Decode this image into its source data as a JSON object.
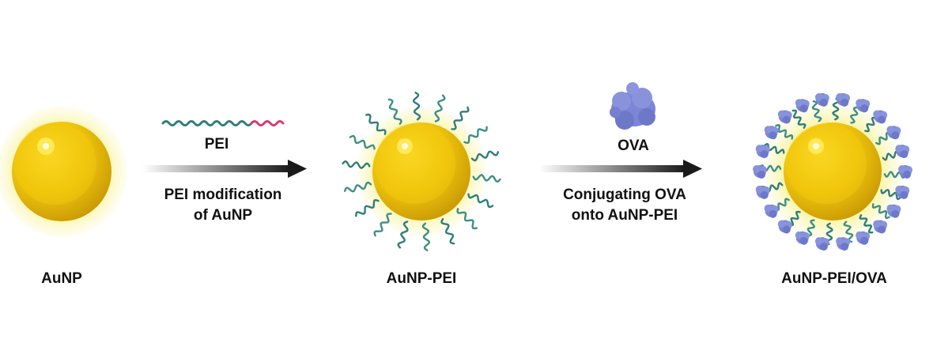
{
  "diagram": {
    "stages": [
      {
        "id": "aunp",
        "label": "AuNP"
      },
      {
        "id": "aunp-pei",
        "label": "AuNP-PEI"
      },
      {
        "id": "aunp-pei-ova",
        "label": "AuNP-PEI/OVA"
      }
    ],
    "steps": [
      {
        "reagent": "PEI",
        "description_line1": "PEI modification",
        "description_line2": "of AuNP"
      },
      {
        "reagent": "OVA",
        "description_line1": "Conjugating OVA",
        "description_line2": "onto AuNP-PEI"
      }
    ],
    "colors": {
      "gold": "#f1c40f",
      "gold_dark": "#c99a06",
      "glow": "#fbf6b0",
      "pei_chain": "#2f7d7a",
      "pei_tip": "#d63a6e",
      "ova": "#7b86d6",
      "arrow": "#1a1a1a"
    }
  }
}
